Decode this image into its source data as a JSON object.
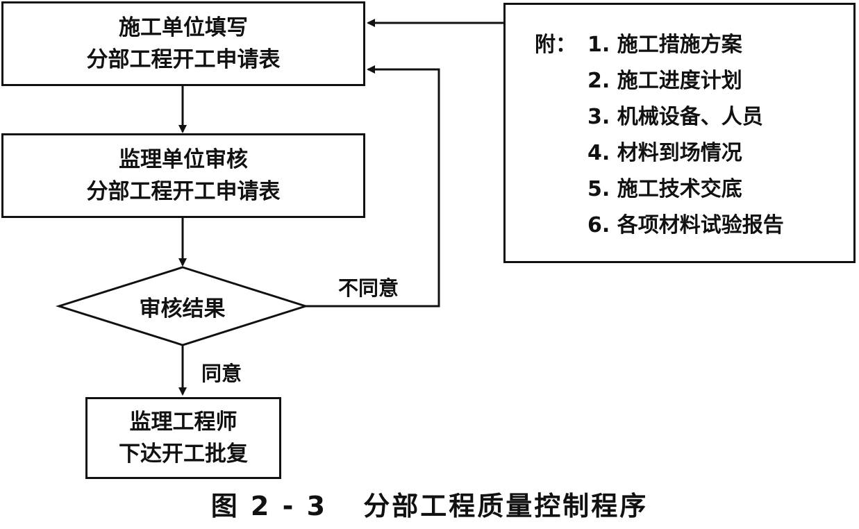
{
  "boxes": {
    "contractor_fill": {
      "line1": "施工单位填写",
      "line2": "分部工程开工申请表"
    },
    "supervisor_review": {
      "line1": "监理单位审核",
      "line2": "分部工程开工申请表"
    },
    "engineer_approval": {
      "line1": "监理工程师",
      "line2": "下达开工批复"
    }
  },
  "decision": {
    "label": "审核结果"
  },
  "edges": {
    "reject_label": "不同意",
    "approve_label": "同意"
  },
  "attachments": {
    "prefix": "附：",
    "items": [
      "1. 施工措施方案",
      "2. 施工进度计划",
      "3. 机械设备、人员",
      "4. 材料到场情况",
      "5. 施工技术交底",
      "6. 各项材料试验报告"
    ]
  },
  "caption": {
    "number": "图 2 - 3",
    "title": "分部工程质量控制程序"
  },
  "colors": {
    "stroke": "#111111",
    "background": "#ffffff"
  }
}
